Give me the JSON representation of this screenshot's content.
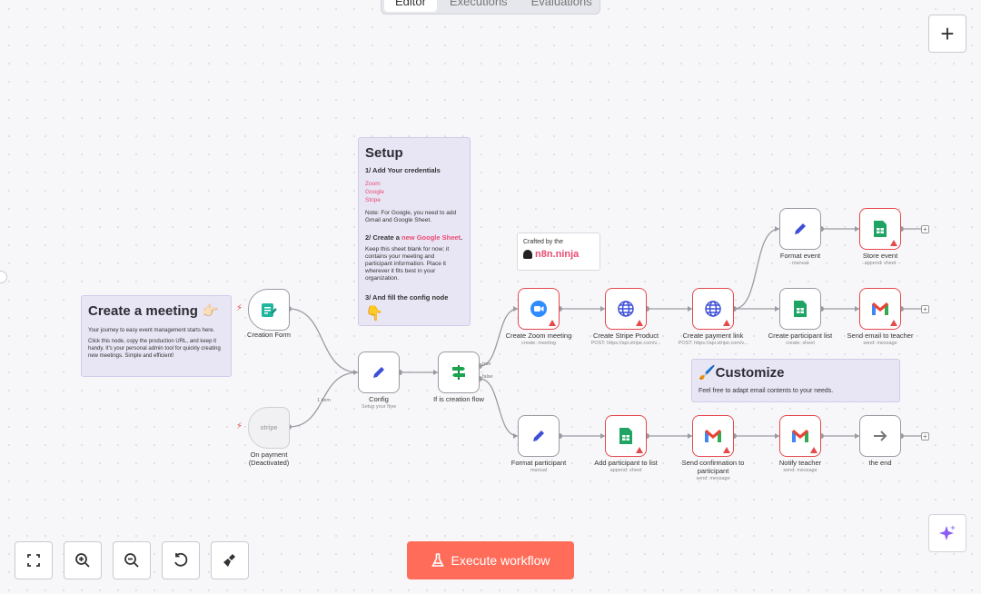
{
  "tabs": [
    {
      "label": "Editor",
      "active": true
    },
    {
      "label": "Executions",
      "active": false
    },
    {
      "label": "Evaluations",
      "active": false
    }
  ],
  "colors": {
    "accent": "#ff6d5a",
    "warning": "#e5484d",
    "sticky_bg": "#e8e6f5",
    "brand_pink": "#ea4b71"
  },
  "sticky_create": {
    "title": "Create a meeting 👉🏻",
    "line1": "Your journey to easy event management starts here.",
    "line2": "Click this node, copy the production URL, and keep it handy. It's your personal admin tool for quickly creating new meetings. Simple and efficient!"
  },
  "sticky_setup": {
    "title": "Setup",
    "step1": "1/ Add Your credentials",
    "cred1": "Zoom",
    "cred2": "Google",
    "cred3": "Stripe",
    "note": "Note: For Google, you need to add Gmail and Google Sheet.",
    "step2_prefix": "2/ Create a ",
    "step2_link": "new Google Sheet",
    "step2_suffix": ".",
    "step2_body": "Keep this sheet blank for now; it contains your meeting and participant information. Place it wherever it fits best in your organization.",
    "step3": "3/ And fill the config node",
    "step3_emoji": "👇"
  },
  "sticky_customize": {
    "title": "🖌️Customize",
    "body": "Feel free to adapt email contents to your needs."
  },
  "crafted": {
    "label": "Crafted by the",
    "brand": "n8n.ninja"
  },
  "nodes": {
    "creation_form": {
      "title": "Creation Form"
    },
    "on_payment": {
      "title": "On payment (Deactivated)",
      "icon_text": "stripe"
    },
    "config": {
      "title": "Config",
      "subtitle": "Setup your flow"
    },
    "if_creation": {
      "title": "If is creation flow",
      "out_true": "true",
      "out_false": "false"
    },
    "edge_label_1item": "1 item",
    "zoom": {
      "title": "Create Zoom meeting",
      "subtitle": "create: meeting"
    },
    "stripe_product": {
      "title": "Create Stripe Product",
      "subtitle": "POST: https://api.stripe.com/v..."
    },
    "payment_link": {
      "title": "Create payment link",
      "subtitle": "POST: https://api.stripe.com/v..."
    },
    "format_event": {
      "title": "Format event",
      "subtitle": "manual"
    },
    "store_event": {
      "title": "Store event",
      "subtitle": "append: sheet"
    },
    "participant_list": {
      "title": "Create participant list",
      "subtitle": "create: sheet"
    },
    "email_teacher": {
      "title": "Send email to teacher",
      "subtitle": "send: message"
    },
    "format_participant": {
      "title": "Format participant",
      "subtitle": "manual"
    },
    "add_participant": {
      "title": "Add participant to list",
      "subtitle": "append: sheet"
    },
    "send_confirmation": {
      "title": "Send confirmation to participant",
      "subtitle": "send: message"
    },
    "notify_teacher": {
      "title": "Notify teacher",
      "subtitle": "send: message"
    },
    "the_end": {
      "title": "the end"
    }
  },
  "toolbar": {
    "execute_label": "Execute workflow",
    "icons": [
      "fit-view-icon",
      "zoom-in-icon",
      "zoom-out-icon",
      "reset-zoom-icon",
      "tidy-up-icon"
    ]
  }
}
